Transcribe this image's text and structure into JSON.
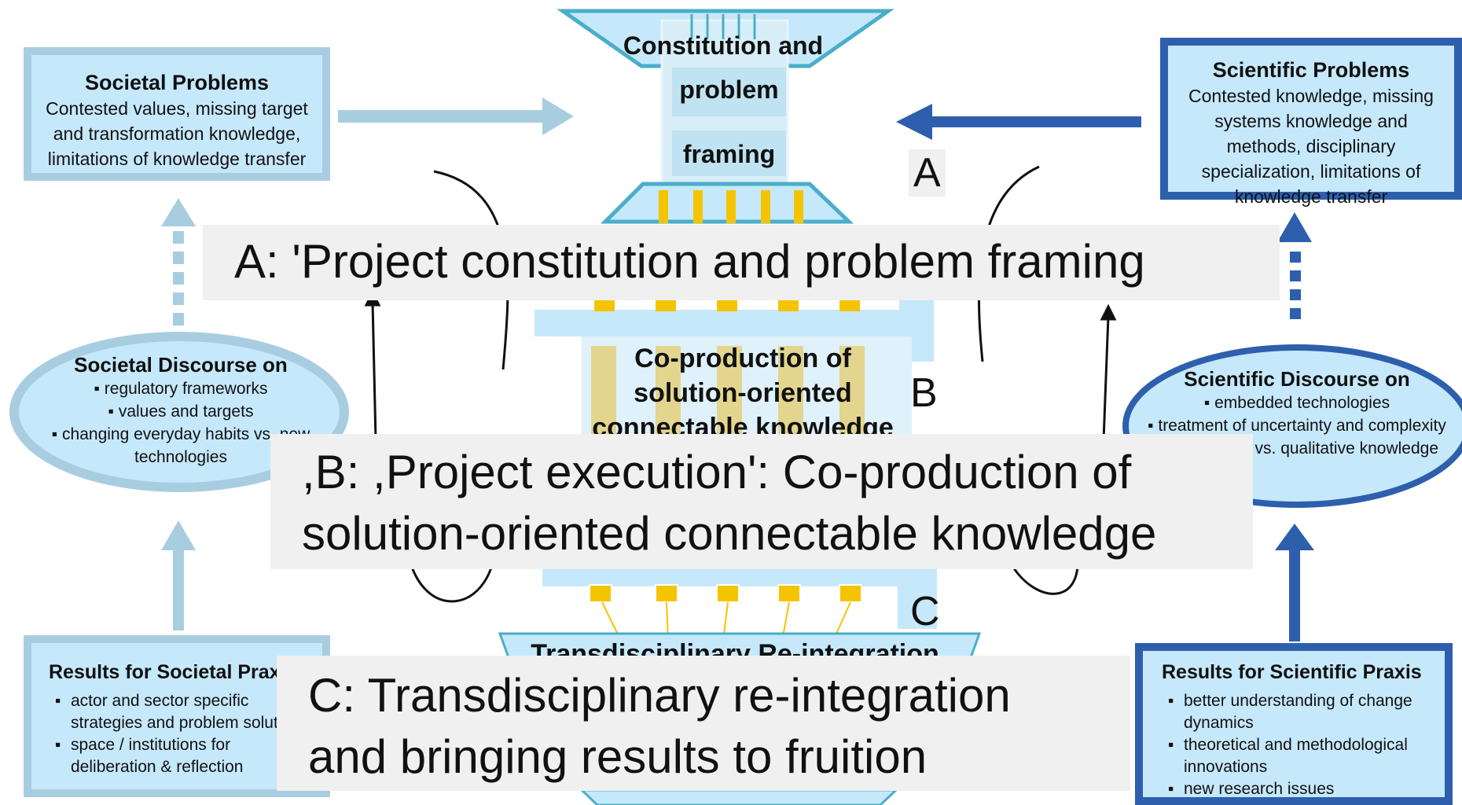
{
  "societal_problems": {
    "title": "Societal Problems",
    "text": "Contested values, missing target and transformation knowledge, limitations of knowledge transfer"
  },
  "scientific_problems": {
    "title": "Scientific Problems",
    "text": "Contested knowledge, missing systems knowledge and methods, disciplinary specialization, limitations of knowledge transfer"
  },
  "societal_discourse": {
    "title": "Societal Discourse on",
    "items": [
      "regulatory frameworks",
      "values and targets",
      "changing everyday habits vs. new technologies"
    ]
  },
  "scientific_discourse": {
    "title": "Scientific Discourse on",
    "items": [
      "embedded technologies",
      "treatment of uncertainty and complexity",
      "quantitative vs. qualitative knowledge"
    ]
  },
  "societal_results": {
    "title": "Results for Societal Praxis",
    "items": [
      "actor and sector specific strategies and problem solutions",
      "space / institutions for deliberation & reflection"
    ]
  },
  "scientific_results": {
    "title": "Results for Scientific Praxis",
    "items": [
      "better understanding of change dynamics",
      "theoretical and methodological innovations",
      "new research issues"
    ]
  },
  "center": {
    "phase_a": [
      "Constitution and",
      "problem",
      "framing"
    ],
    "phase_b": [
      "Co-production of",
      "solution-oriented",
      "connectable knowledge"
    ],
    "phase_c": "Transdisciplinary Re-integration"
  },
  "letters": {
    "a": "A",
    "b": "B",
    "c": "C"
  },
  "overlays": {
    "a": [
      "A: 'Project constitution and problem framing"
    ],
    "b": [
      ",B: ,Project execution': Co-production of",
      "solution-oriented connectable knowledge"
    ],
    "c": [
      "C: Transdisciplinary re-integration",
      "and bringing results to fruition"
    ]
  },
  "colors": {
    "light_blue_fill": "#c6e8fb",
    "societal_border": "#a9cde0",
    "scientific_blue": "#2e5fad",
    "teal_outline": "#4aaec8",
    "yellow_bar": "#f5c400",
    "overlay_bg": "#f0f0f0"
  }
}
